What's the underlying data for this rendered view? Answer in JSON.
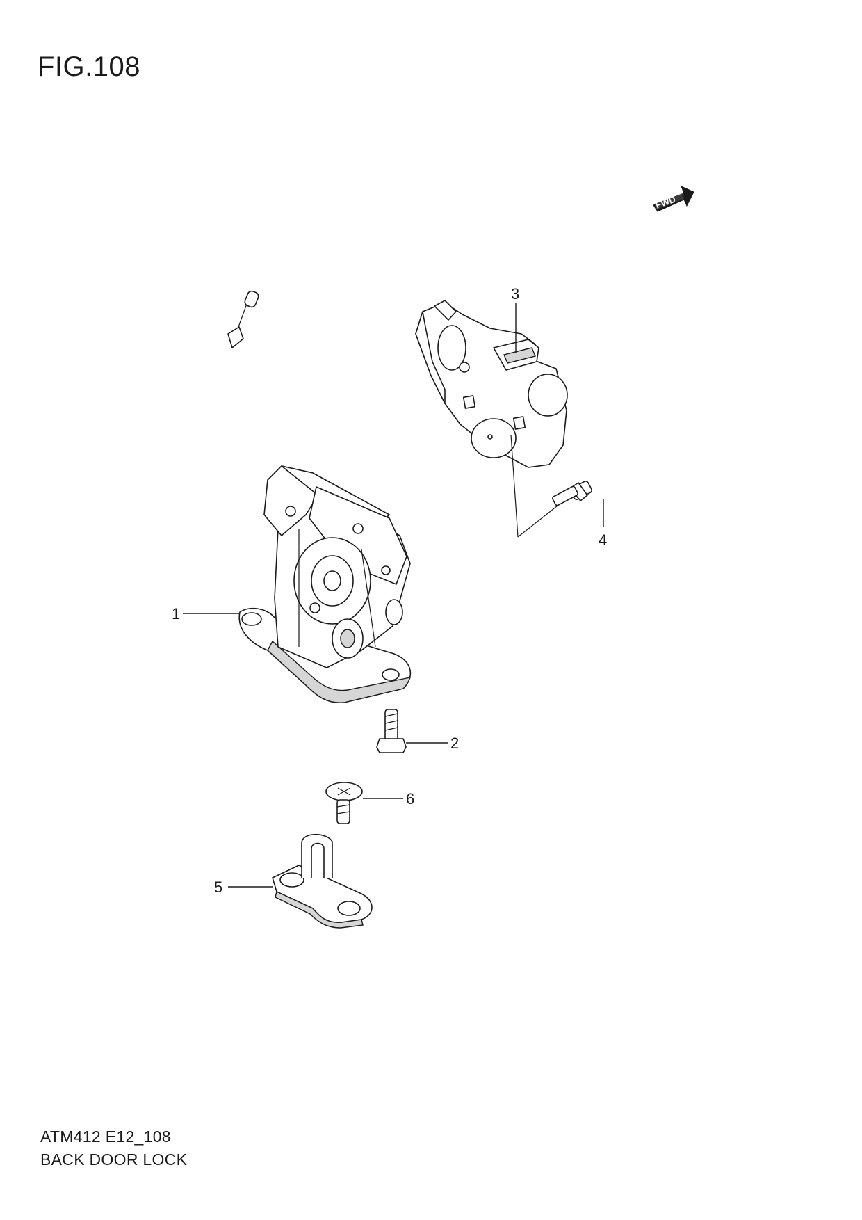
{
  "figure": {
    "title": "FIG.108",
    "code": "ATM412 E12_108",
    "name": "BACK DOOR LOCK"
  },
  "direction_badge": {
    "label": "FWD"
  },
  "callouts": [
    {
      "number": "1"
    },
    {
      "number": "2"
    },
    {
      "number": "3"
    },
    {
      "number": "4"
    },
    {
      "number": "5"
    },
    {
      "number": "6"
    }
  ]
}
